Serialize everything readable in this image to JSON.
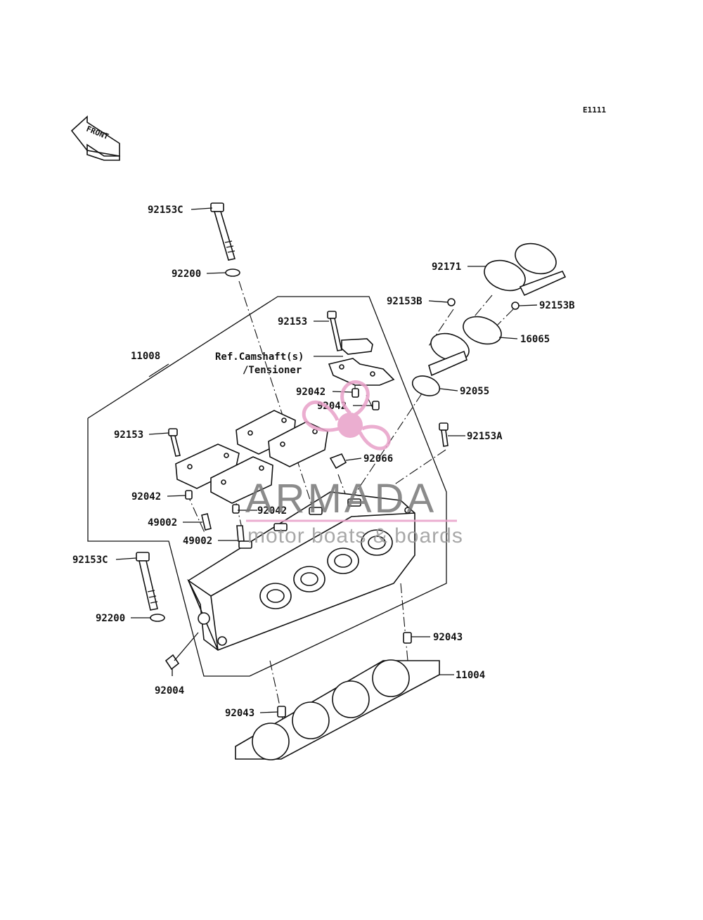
{
  "diagram_code": "E1111",
  "front_label": "FRONT",
  "ref_note": {
    "line1": "Ref.Camshaft(s)",
    "line2": "/Tensioner"
  },
  "watermark": {
    "brand": "ARMADA",
    "tagline": "motor boats & boards"
  },
  "watermark_color": "#e8a0c8",
  "parts": {
    "p92153C_top": "92153C",
    "p92200_top": "92200",
    "p92153_upper": "92153",
    "p11008": "11008",
    "p92042_a": "92042",
    "p92042_b": "92042",
    "p92153_left": "92153",
    "p92042_c": "92042",
    "p92042_d": "92042",
    "p49002_a": "49002",
    "p49002_b": "49002",
    "p92153C_bottom": "92153C",
    "p92200_bottom": "92200",
    "p92004": "92004",
    "p92043_left": "92043",
    "p92043_right": "92043",
    "p11004": "11004",
    "p92171": "92171",
    "p92153B_left": "92153B",
    "p92153B_right": "92153B",
    "p16065": "16065",
    "p92055": "92055",
    "p92153A": "92153A",
    "p92066": "92066"
  }
}
